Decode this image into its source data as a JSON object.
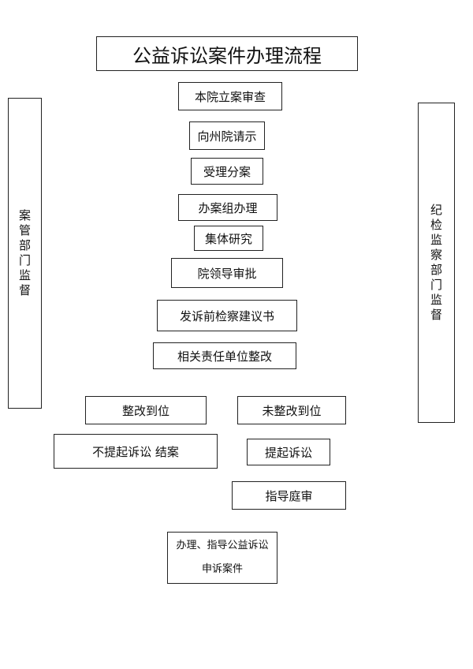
{
  "title": "公益诉讼案件办理流程",
  "steps": {
    "s1": "本院立案审查",
    "s2": "向州院请示",
    "s3": "受理分案",
    "s4": "办案组办理",
    "s5": "集体研究",
    "s6": "院领导审批",
    "s7": "发诉前检察建议书",
    "s8": "相关责任单位整改",
    "rectified": "整改到位",
    "not_rectified": "未整改到位",
    "no_litigation": "不提起诉讼  结案",
    "file_litigation": "提起诉讼",
    "guide_trial": "指导庭审",
    "final_line1": "办理、指导公益诉讼",
    "final_line2": "申诉案件"
  },
  "side": {
    "left": [
      "案",
      "管",
      "部",
      "门",
      "监",
      "督"
    ],
    "right": [
      "纪",
      "检",
      "监",
      "察",
      "部",
      "门",
      "监",
      "督"
    ]
  }
}
